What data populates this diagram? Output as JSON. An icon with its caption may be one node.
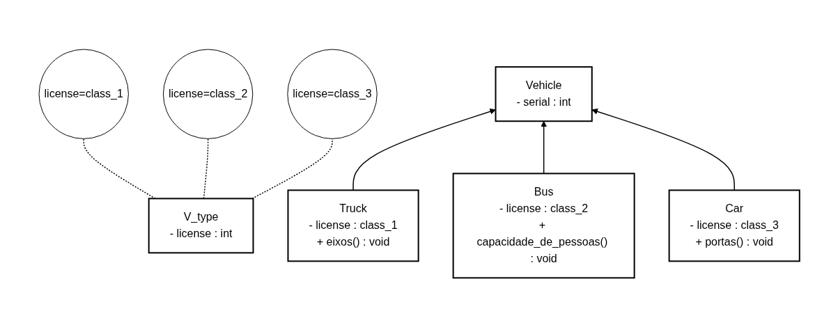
{
  "diagram": {
    "nodes": [
      {
        "text": [
          "V_type",
          "- license : int"
        ]
      },
      {
        "text": [
          "Vehicle",
          "- serial : int"
        ]
      },
      {
        "text": [
          "license=class_1"
        ]
      },
      {
        "text": [
          "Truck",
          "- license : class_1",
          "+ eixos() : void"
        ]
      },
      {
        "text": [
          "license=class_2"
        ]
      },
      {
        "text": [
          "Bus",
          "- license : class_2",
          "+ capacidade_de_pessoas() : void"
        ]
      },
      {
        "text": [
          "license=class_3"
        ]
      },
      {
        "text": [
          "Car",
          "- license : class_3",
          "+ portas() : void"
        ]
      }
    ],
    "edges": [
      {
        "from": 0,
        "to": 2,
        "arrow": "none",
        "style": "dashed"
      },
      {
        "from": 0,
        "to": 4,
        "arrow": "none",
        "style": "dashed"
      },
      {
        "from": 0,
        "to": 6,
        "arrow": "none",
        "style": "dashed"
      },
      {
        "from": 3,
        "to": 1,
        "arrow": "to"
      },
      {
        "from": 5,
        "to": 1,
        "arrow": "to"
      },
      {
        "from": 7,
        "to": 1,
        "arrow": "to"
      }
    ]
  }
}
